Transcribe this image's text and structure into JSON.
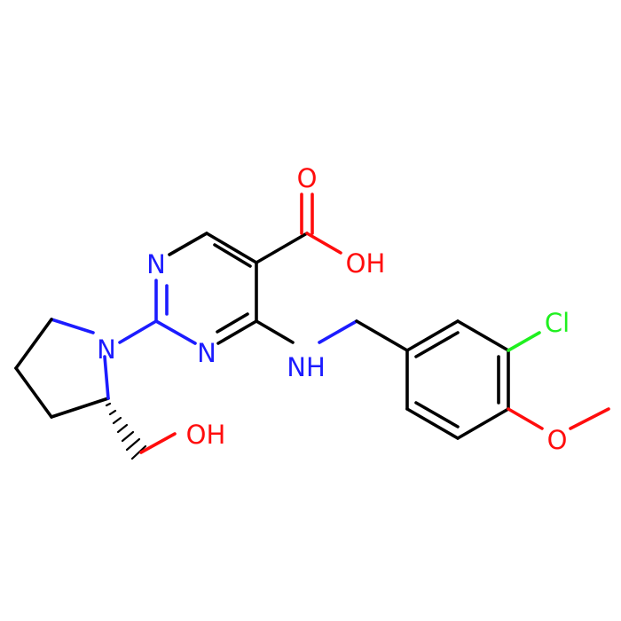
{
  "colors": {
    "carbon": "#000000",
    "nitrogen": "#1c1cff",
    "oxygen": "#ff0d0d",
    "chlorine": "#1ff01f"
  },
  "atoms": {
    "n_pyrimidine_top": "N",
    "n_pyrimidine_bottom": "N",
    "n_pyrrolidine": "N",
    "nh_amine": "NH",
    "o_carbonyl": "O",
    "oh_acid": "OH",
    "oh_hydroxymethyl": "OH",
    "cl": "Cl",
    "o_methoxy": "O"
  }
}
